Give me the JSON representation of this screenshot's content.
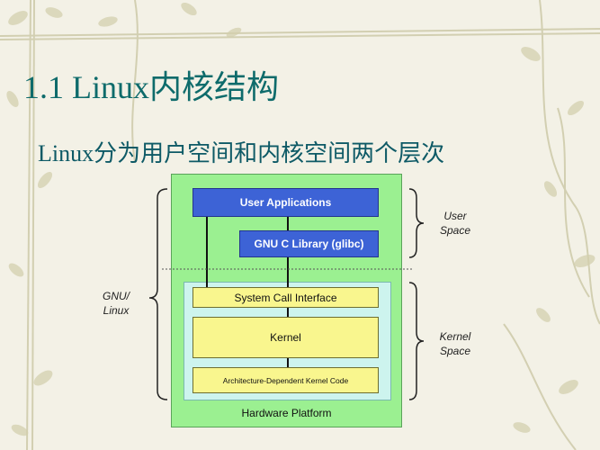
{
  "slide": {
    "title": "1.1 Linux内核结构",
    "subtitle": "Linux分为用户空间和内核空间两个层次"
  },
  "diagram": {
    "user_applications": "User Applications",
    "glibc": "GNU C Library (glibc)",
    "system_call_interface": "System Call Interface",
    "kernel": "Kernel",
    "arch_code": "Architecture-Dependent Kernel Code",
    "hardware_platform": "Hardware Platform",
    "user_space_line1": "User",
    "user_space_line2": "Space",
    "kernel_space_line1": "Kernel",
    "kernel_space_line2": "Space",
    "gnu_linux_line1": "GNU/",
    "gnu_linux_line2": "Linux"
  },
  "colors": {
    "title": "#0e6b6b",
    "hardware_bg": "#9bf091",
    "user_box": "#3d63d6",
    "kernel_box": "#f9f68e",
    "kernel_area": "#cdf4ee"
  }
}
